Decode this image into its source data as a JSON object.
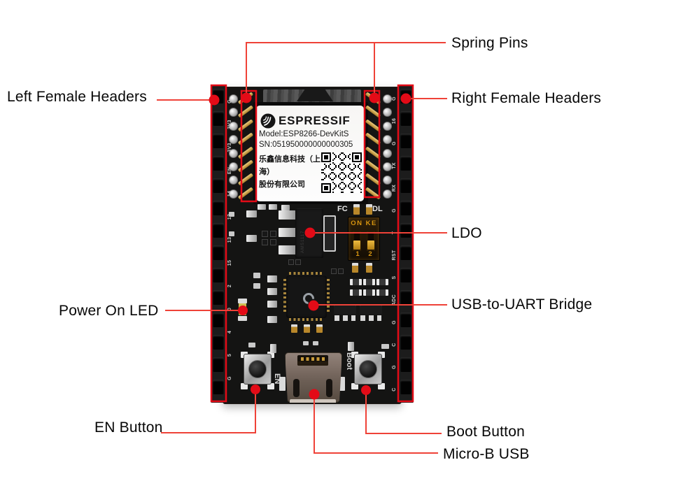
{
  "annotations": {
    "accent_color": "#e30b17",
    "line_color": "#ef4238",
    "labels": [
      {
        "id": "spring-pins",
        "text": "Spring Pins"
      },
      {
        "id": "left-female-headers",
        "text": "Left Female Headers"
      },
      {
        "id": "right-female-headers",
        "text": "Right Female Headers"
      },
      {
        "id": "ldo",
        "text": "LDO"
      },
      {
        "id": "usb-to-uart-bridge",
        "text": "USB-to-UART Bridge"
      },
      {
        "id": "power-on-led",
        "text": "Power On LED"
      },
      {
        "id": "en-button",
        "text": "EN Button"
      },
      {
        "id": "boot-button",
        "text": "Boot Button"
      },
      {
        "id": "micro-b-usb",
        "text": "Micro-B USB"
      }
    ]
  },
  "board": {
    "label": {
      "brand": "ESPRESSIF",
      "model": "Model:ESP8266-DevKitS",
      "serial": "SN:051950000000000305",
      "company_line1": "乐鑫信息科技（上海）",
      "company_line2": "股份有限公司"
    },
    "silkscreen": {
      "fc": "FC",
      "dl": "DL",
      "dip_on": "ON KE",
      "dip_numbers": "1 2",
      "en": "EN",
      "boot": "Boot",
      "ldo_marking": "AMS1117",
      "left_pins": [
        "G",
        "3V3",
        "3V3",
        "EN",
        "14",
        "12",
        "13",
        "15",
        "2",
        "0",
        "4",
        "5",
        "G"
      ],
      "right_pins": [
        "G",
        "16",
        "G",
        "TX",
        "RX",
        "G",
        "T",
        "RST",
        "S",
        "ADC",
        "G",
        "C",
        "G",
        "C"
      ]
    },
    "female_header_hole_count": 14,
    "spring_pin_count_per_column": 8
  }
}
